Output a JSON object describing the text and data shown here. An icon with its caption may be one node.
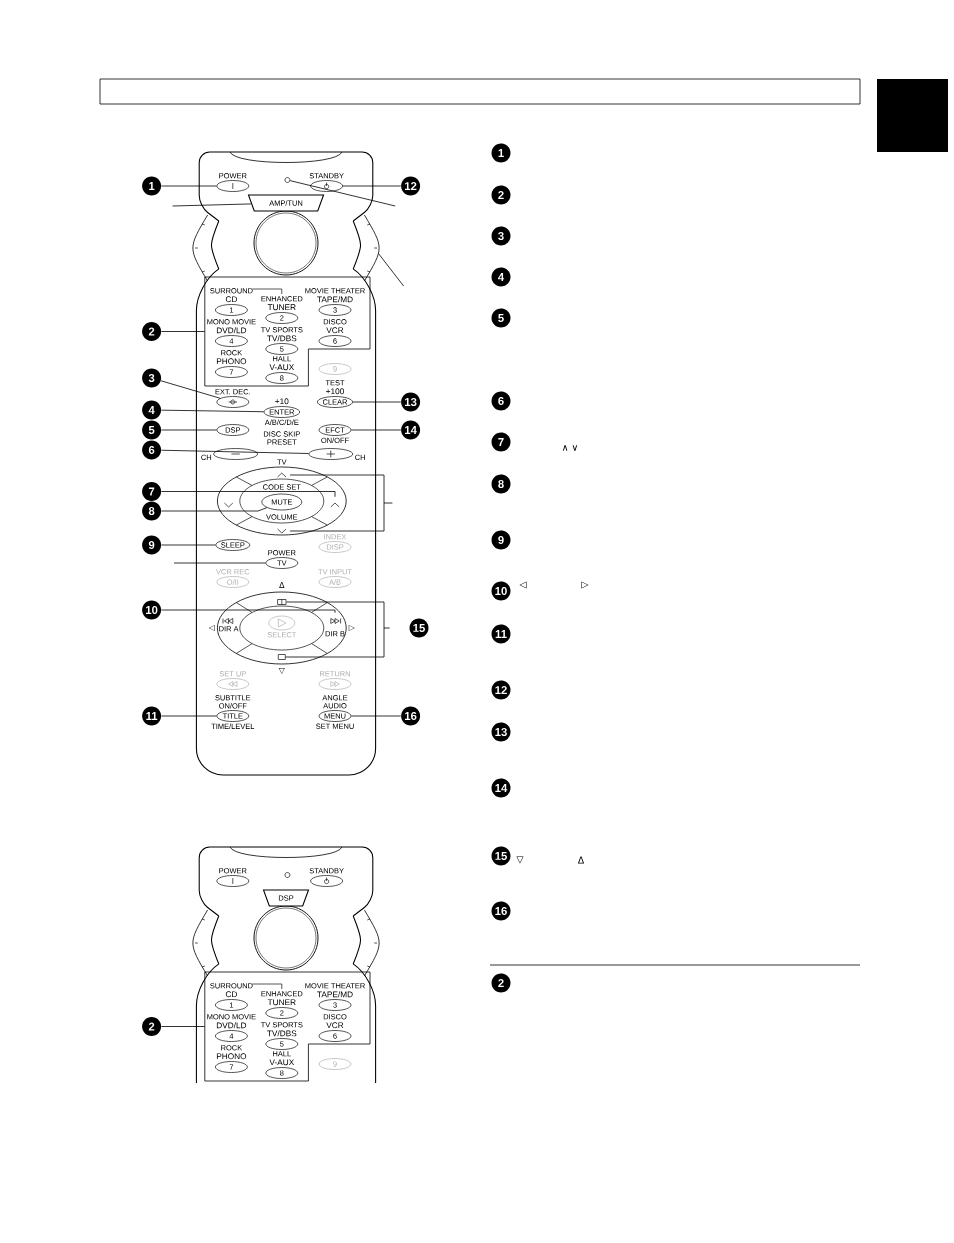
{
  "diagram": {
    "nodes": [
      {
        "text": [
          "1"
        ]
      },
      {
        "text": [
          "POWER"
        ]
      },
      {
        "text": [],
        "shape": "circle"
      },
      {
        "text": [
          "STANDBY"
        ]
      },
      {
        "text": [
          "12"
        ]
      },
      {
        "text": [
          "AMP/TUN"
        ]
      },
      {
        "text": [],
        "shape": "arc"
      },
      {
        "text": [
          "2"
        ]
      },
      {
        "text": [],
        "shape": "box"
      },
      {
        "text": [
          "SURROUND",
          "CD",
          "1"
        ],
        "in": 8
      },
      {
        "text": [
          "ENHANCED",
          "TUNER",
          "2"
        ],
        "in": 8
      },
      {
        "text": [
          "MOVIE THEATER",
          "TAPE/MD",
          "3"
        ],
        "in": 8
      },
      {
        "text": [
          "MONO MOVIE",
          "DVD/LD",
          "4"
        ],
        "in": 8
      },
      {
        "text": [
          "TV SPORTS",
          "TV/DBS",
          "5"
        ],
        "in": 8
      },
      {
        "text": [
          "DISCO",
          "VCR",
          "6"
        ],
        "in": 8
      },
      {
        "text": [
          "ROCK",
          "PHONO",
          "7"
        ],
        "in": 8
      },
      {
        "text": [
          "HALL",
          "V-AUX",
          "8"
        ],
        "in": 8
      },
      {
        "text": [
          "9"
        ]
      },
      {
        "text": [
          "3"
        ]
      },
      {
        "text": [
          "EXT. DEC."
        ]
      },
      {
        "text": [
          "TEST",
          "+100",
          "CLEAR"
        ]
      },
      {
        "text": [
          "13"
        ]
      },
      {
        "text": [
          "4"
        ]
      },
      {
        "text": [
          "+10",
          "ENTER",
          "A/B/C/D/E"
        ]
      },
      {
        "text": [
          "5"
        ]
      },
      {
        "text": [
          "DSP"
        ]
      },
      {
        "text": [
          "EFCT",
          "ON/OFF"
        ]
      },
      {
        "text": [
          "14"
        ]
      },
      {
        "text": [
          "6"
        ]
      },
      {
        "text": [
          "CH"
        ]
      },
      {
        "text": [
          "CH"
        ]
      },
      {
        "text": [],
        "shape": "chevron"
      },
      {
        "text": [
          "7"
        ]
      },
      {
        "text": [],
        "shape": "chevron"
      },
      {
        "text": [],
        "shape": "chevron"
      },
      {
        "text": [
          "8"
        ]
      },
      {
        "text": [
          "MUTE"
        ]
      },
      {
        "text": [],
        "shape": "chevron"
      },
      {
        "text": [
          "9"
        ]
      },
      {
        "text": [
          "SLEEP"
        ]
      },
      {
        "text": [
          "INDEX",
          "DISP"
        ]
      },
      {
        "text": [
          "POWER",
          "TV"
        ]
      },
      {
        "text": [
          "VCR REC",
          "O/II"
        ]
      },
      {
        "text": [
          "TV INPUT",
          "A/B"
        ]
      },
      {
        "text": [],
        "shape": "box"
      },
      {
        "text": [
          "10"
        ]
      },
      {
        "text": [
          "DIR A"
        ]
      },
      {
        "text": [
          "SELECT"
        ]
      },
      {
        "text": [
          "DIR B"
        ]
      },
      {
        "text": [
          "15"
        ]
      },
      {
        "text": [],
        "shape": "box"
      },
      {
        "text": [
          "SET UP"
        ]
      },
      {
        "text": [
          "RETURN"
        ]
      },
      {
        "text": [
          "11"
        ]
      },
      {
        "text": [
          "SUBTITLE",
          "ON/OFF",
          "TITLE",
          "TIME/LEVEL"
        ]
      },
      {
        "text": [
          "ANGLE",
          "AUDIO",
          "MENU",
          "SET MENU"
        ]
      },
      {
        "text": [
          "16"
        ]
      },
      {
        "text": [
          "1"
        ]
      },
      {
        "text": [
          "2"
        ]
      },
      {
        "text": [
          "3"
        ]
      },
      {
        "text": [
          "4"
        ]
      },
      {
        "text": [
          "5"
        ]
      },
      {
        "text": [
          "6"
        ]
      },
      {
        "text": [
          "7"
        ]
      },
      {
        "text": [
          "8"
        ]
      },
      {
        "text": [
          "9"
        ]
      },
      {
        "text": [
          "10"
        ]
      },
      {
        "text": [
          "11"
        ]
      },
      {
        "text": [
          "12"
        ]
      },
      {
        "text": [
          "13"
        ]
      },
      {
        "text": [
          "14"
        ]
      },
      {
        "text": [
          "15"
        ]
      },
      {
        "text": [
          "16"
        ]
      },
      {
        "text": [
          "2"
        ]
      },
      {
        "text": [
          "POWER"
        ]
      },
      {
        "text": [
          "STANDBY"
        ]
      },
      {
        "text": [
          "DSP"
        ]
      },
      {
        "text": [
          "2"
        ]
      },
      {
        "text": [],
        "shape": "box"
      },
      {
        "text": [
          "SURROUND",
          "CD",
          "1"
        ],
        "in": 78
      },
      {
        "text": [
          "ENHANCED",
          "TUNER",
          "2"
        ],
        "in": 78
      },
      {
        "text": [
          "MOVIE THEATER",
          "TAPE/MD",
          "3"
        ],
        "in": 78
      },
      {
        "text": [
          "MONO MOVIE",
          "DVD/LD",
          "4"
        ],
        "in": 78
      },
      {
        "text": [
          "TV SPORTS",
          "TV/DBS",
          "5"
        ],
        "in": 78
      },
      {
        "text": [
          "DISCO",
          "VCR",
          "6"
        ],
        "in": 78
      },
      {
        "text": [
          "ROCK",
          "PHONO",
          "7"
        ],
        "in": 78
      },
      {
        "text": [
          "HALL",
          "V-AUX",
          "8"
        ],
        "in": 78
      },
      {
        "text": [
          "9"
        ]
      }
    ],
    "edges": [
      {
        "from": 0,
        "to": 1,
        "arrow": "none"
      },
      {
        "from": 4,
        "to": 3,
        "arrow": "none"
      },
      {
        "from": null,
        "to": 5,
        "arrow": "none"
      },
      {
        "from": 2,
        "to": null,
        "arrow": "none"
      },
      {
        "from": null,
        "to": 6,
        "arrow": "none"
      },
      {
        "from": 7,
        "to": 8,
        "arrow": "none"
      },
      {
        "from": 18,
        "to": 19,
        "arrow": "none"
      },
      {
        "from": 21,
        "to": 20,
        "arrow": "none"
      },
      {
        "from": 22,
        "to": 23,
        "arrow": "none"
      },
      {
        "from": 24,
        "to": 25,
        "arrow": "none"
      },
      {
        "from": 27,
        "to": 26,
        "arrow": "none"
      },
      {
        "from": 28,
        "to": 30,
        "arrow": "none"
      },
      {
        "from": null,
        "to": 31,
        "arrow": "none"
      },
      {
        "from": null,
        "to": 37,
        "arrow": "none"
      },
      {
        "from": 32,
        "to": 33,
        "arrow": "none"
      },
      {
        "from": 35,
        "to": 36,
        "arrow": "none"
      },
      {
        "from": 38,
        "to": 39,
        "arrow": "none"
      },
      {
        "from": null,
        "to": 41,
        "arrow": "none"
      },
      {
        "from": 45,
        "to": 48,
        "arrow": "none"
      },
      {
        "from": null,
        "to": 44,
        "arrow": "none"
      },
      {
        "from": null,
        "to": 50,
        "arrow": "none"
      },
      {
        "from": 53,
        "to": 54,
        "arrow": "none"
      },
      {
        "from": 56,
        "to": 55,
        "arrow": "none"
      },
      {
        "from": 77,
        "to": 78,
        "arrow": "none"
      }
    ],
    "labels": [
      "DISC SKIP",
      "PRESET",
      "TV",
      "CODE SET",
      "VOLUME",
      "Δ",
      "◁",
      "▷",
      "▽",
      "∧ ∨",
      "◁",
      "▷",
      "▽",
      "Δ"
    ]
  }
}
